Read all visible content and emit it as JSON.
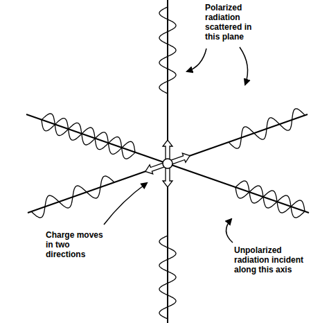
{
  "diagram": {
    "labels": [
      "Polarized radiation scattered in this plane",
      "Charge moves in two directions",
      "Unpolarized radiation incident along this axis"
    ]
  }
}
